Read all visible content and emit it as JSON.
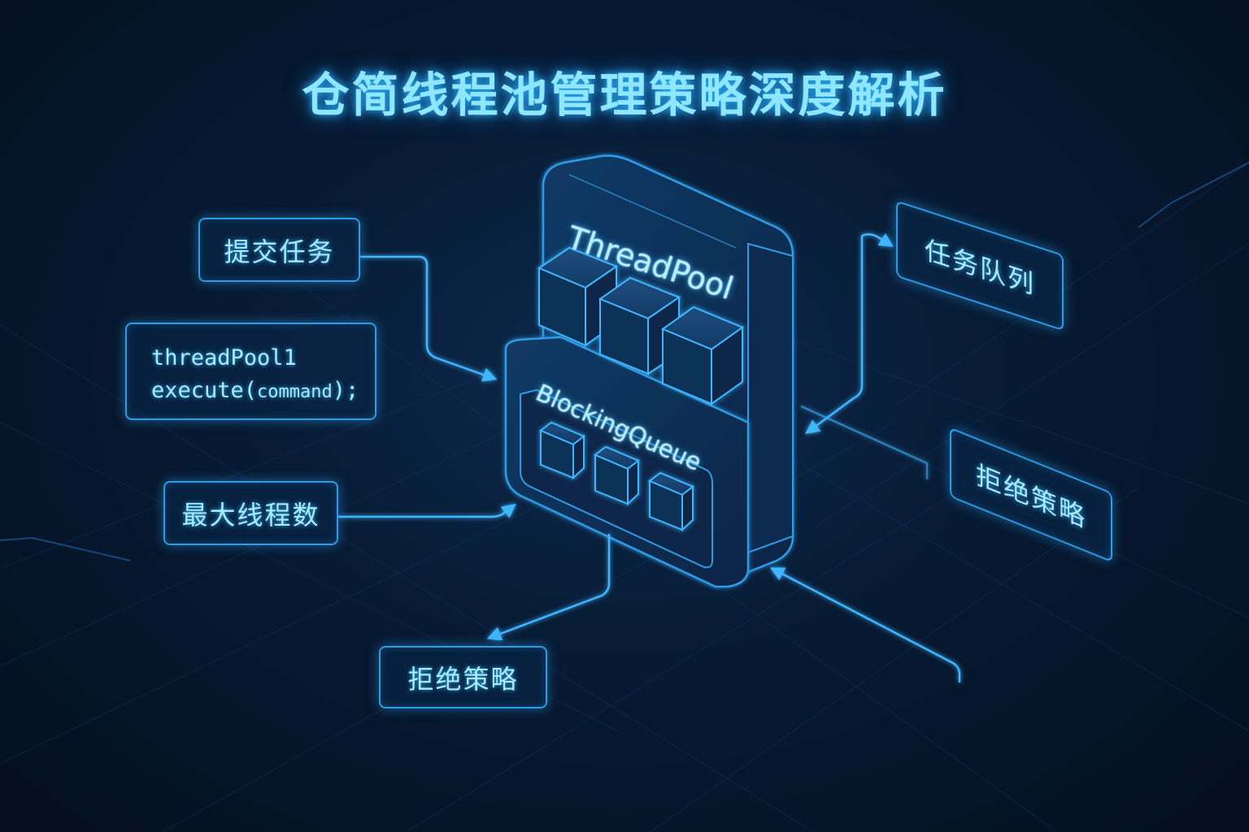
{
  "title": "仓简线程池管理策略深度解析",
  "diagram": {
    "threadpool_label": "ThreadPool",
    "queue_label": "BlockingQueue",
    "worker_cubes": 3,
    "queued_tasks": 3
  },
  "callouts": {
    "submit_task": "提交任务",
    "code_line1": "threadPool1",
    "code_line2_prefix": "execute(",
    "code_line2_arg": "command",
    "code_line2_suffix": ");",
    "max_threads": "最大线程数",
    "reject_policy_bottom": "拒绝策略",
    "task_queue": "任务队列",
    "reject_policy_right": "拒绝策略"
  },
  "colors": {
    "background": "#061529",
    "accent": "#2f9be6",
    "glow_text": "#8ee6ff",
    "arrow": "#3fb6ff"
  }
}
